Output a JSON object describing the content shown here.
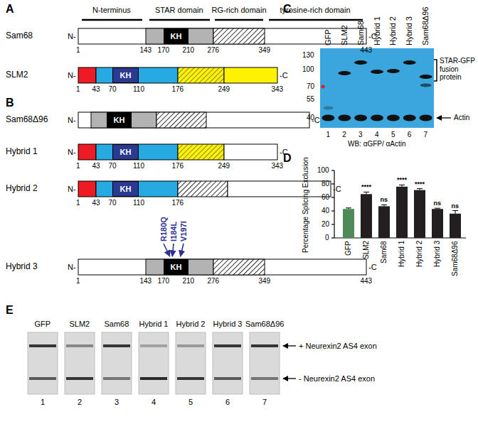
{
  "diagram": {
    "nodes": [
      {
        "text": [
          "KH"
        ]
      },
      {
        "text": [
          "KH"
        ]
      },
      {
        "text": [
          "KH"
        ]
      },
      {
        "text": [
          "KH"
        ]
      },
      {
        "text": [
          "KH"
        ]
      },
      {
        "text": [
          "KH"
        ]
      }
    ],
    "labels": [
      "A",
      "N-terminus",
      "STAR domain",
      "RG-rich domain",
      "tyrosine-rich domain",
      "Sam68",
      "N-",
      "-C",
      "1",
      "143",
      "170",
      "210",
      "276",
      "349",
      "443",
      "SLM2",
      "N-",
      "-C",
      "1",
      "43",
      "70",
      "110",
      "176",
      "249",
      "343",
      "B",
      "Sam68Δ96",
      "N-",
      "-C",
      "Hybrid 1",
      "N-",
      "-C",
      "1",
      "43",
      "70",
      "110",
      "176",
      "249",
      "343",
      "Hybrid 2",
      "N-",
      "-C",
      "1",
      "43",
      "70",
      "110",
      "176",
      "R180Q",
      "I184L",
      "V197I",
      "Hybrid 3",
      "N-",
      "-C",
      "1",
      "143",
      "170",
      "210",
      "276",
      "349",
      "443",
      "C",
      "GFP",
      "SLM2",
      "Sam68",
      "Hybrid 1",
      "Hybrid 2",
      "Hybrid 3",
      "Sam68Δ96",
      "130",
      "100",
      "70",
      "55",
      "40",
      "STAR-GFP fusion protein",
      "Actin",
      "1",
      "2",
      "3",
      "4",
      "5",
      "6",
      "7",
      "WB: αGFP/ αActin",
      "D",
      "Percentage Splicing Exclusion",
      "100",
      "80",
      "60",
      "40",
      "20",
      "0",
      "GFP",
      "SLM2",
      "Sam68",
      "Hybrid 1",
      "Hybrid 2",
      "Hybrid 3",
      "Sam68Δ96",
      "****",
      "ns",
      "****",
      "****",
      "ns",
      "ns",
      "E",
      "GFP",
      "SLM2",
      "Sam68",
      "Hybrid 1",
      "Hybrid 2",
      "Hybrid 3",
      "Sam68Δ96",
      "+ Neurexin2 AS4 exon",
      "- Neurexin2 AS4 exon",
      "1",
      "2",
      "3",
      "4",
      "5",
      "6",
      "7"
    ]
  }
}
